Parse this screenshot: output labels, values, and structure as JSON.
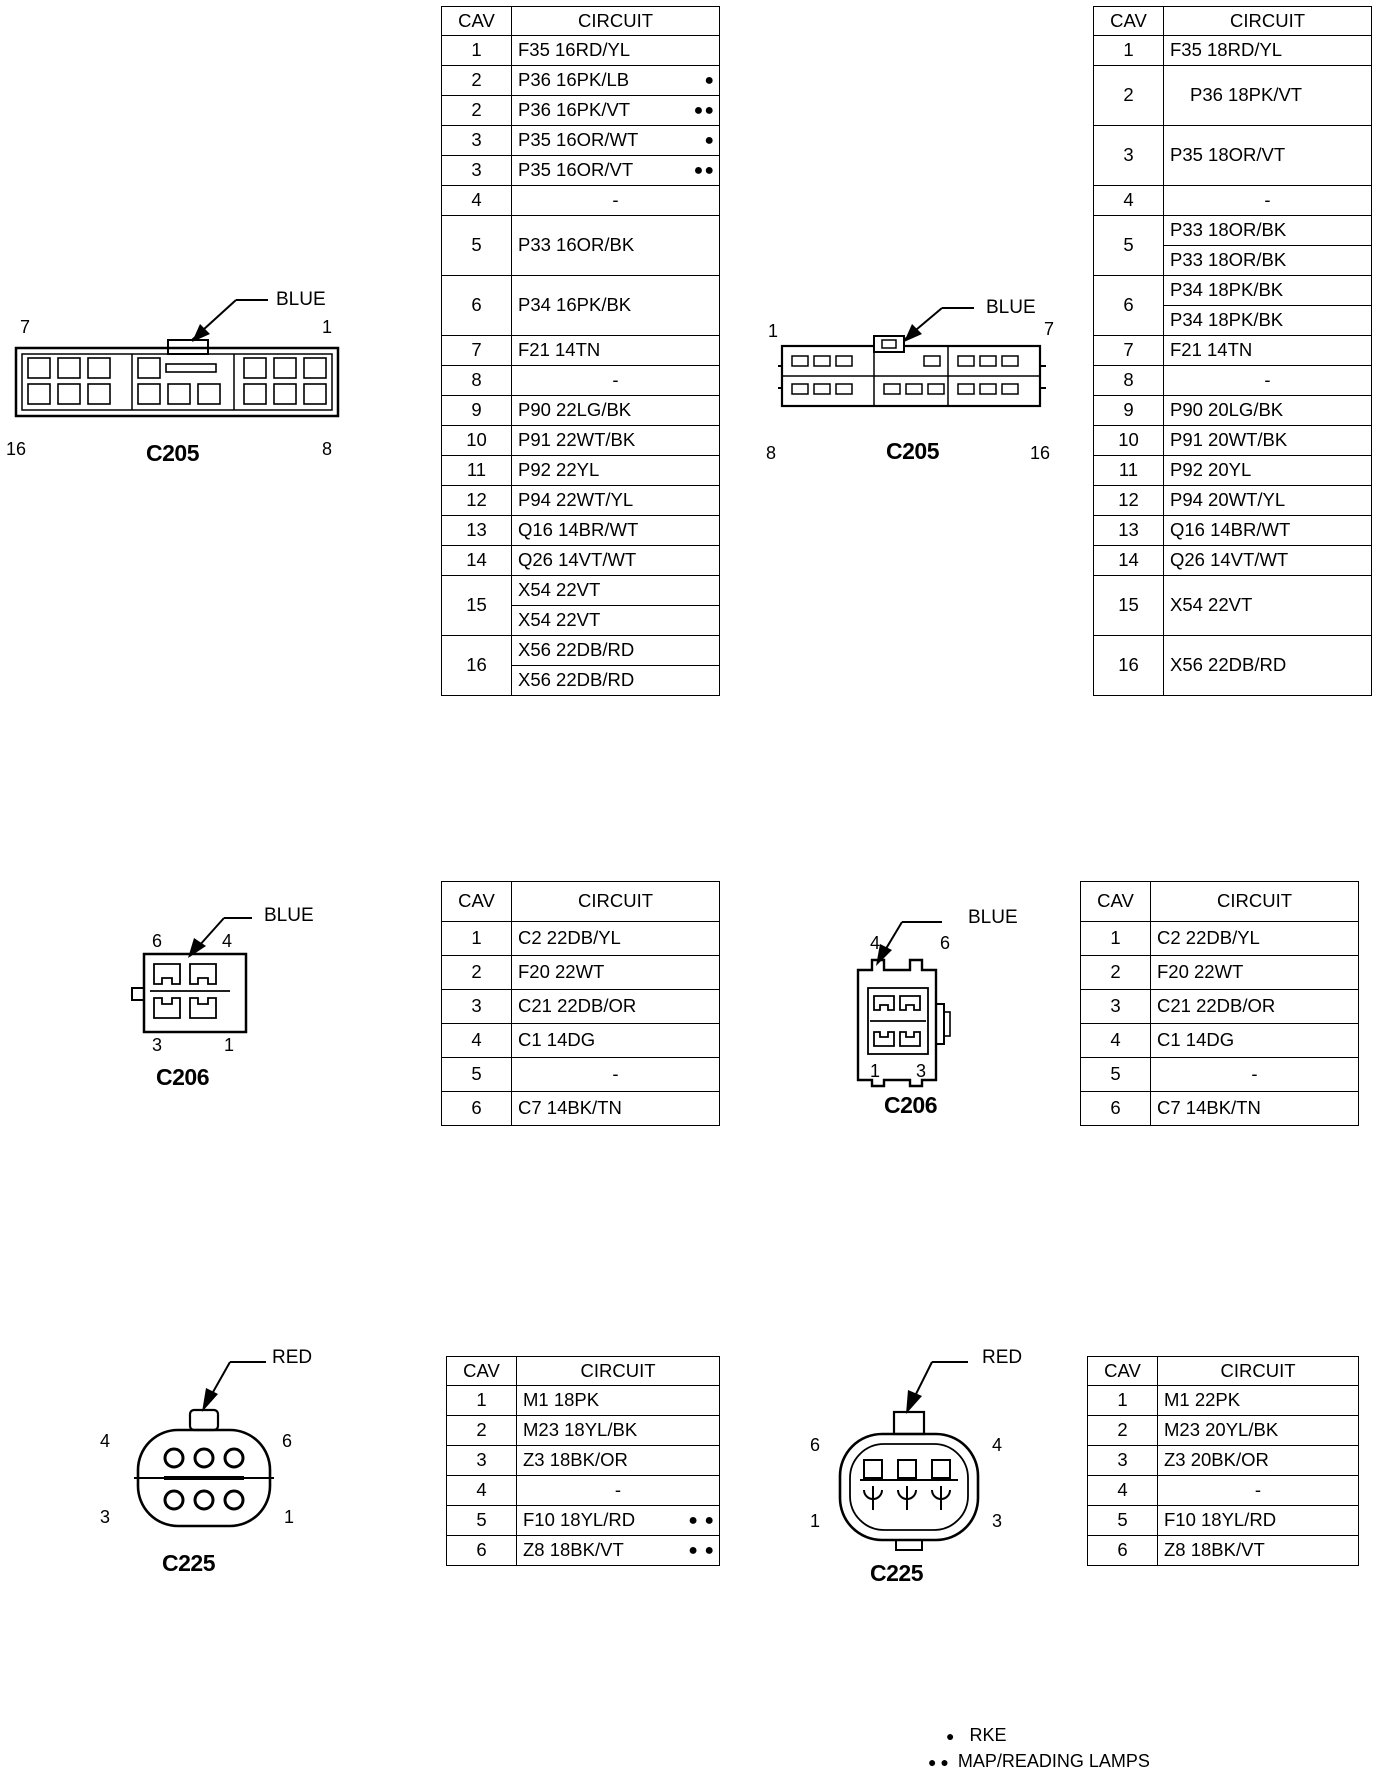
{
  "t1_left": {
    "rows": [
      {
        "cav": "1",
        "circuit": "F35  16RD/YL",
        "mark": ""
      },
      {
        "cav": "2",
        "circuit": "P36  16PK/LB",
        "mark": "●"
      },
      {
        "cav": "2",
        "circuit": "P36  16PK/VT",
        "mark": "●●"
      },
      {
        "cav": "3",
        "circuit": "P35  16OR/WT",
        "mark": "●"
      },
      {
        "cav": "3",
        "circuit": "P35  16OR/VT",
        "mark": "●●"
      },
      {
        "cav": "4",
        "circuit": "-",
        "mark": ""
      },
      {
        "cav": "5",
        "circuit": "P33  16OR/BK",
        "mark": ""
      },
      {
        "cav": "6",
        "circuit": "P34  16PK/BK",
        "mark": ""
      },
      {
        "cav": "7",
        "circuit": "F21  14TN",
        "mark": ""
      },
      {
        "cav": "8",
        "circuit": "-",
        "mark": ""
      },
      {
        "cav": "9",
        "circuit": "P90  22LG/BK",
        "mark": ""
      },
      {
        "cav": "10",
        "circuit": "P91  22WT/BK",
        "mark": ""
      },
      {
        "cav": "11",
        "circuit": "P92  22YL",
        "mark": ""
      },
      {
        "cav": "12",
        "circuit": "P94  22WT/YL",
        "mark": ""
      },
      {
        "cav": "13",
        "circuit": "Q16  14BR/WT",
        "mark": ""
      },
      {
        "cav": "14",
        "circuit": "Q26  14VT/WT",
        "mark": ""
      },
      {
        "cav": "15",
        "circuit": "X54  22VT",
        "circuit2": "X54  22VT",
        "mark": ""
      },
      {
        "cav": "16",
        "circuit": "X56  22DB/RD",
        "circuit2": "X56  22DB/RD",
        "mark": ""
      }
    ]
  },
  "t1_right": {
    "rows": [
      {
        "cav": "1",
        "circuit": "F35  18RD/YL"
      },
      {
        "cav": "2",
        "circuit": "P36  18PK/VT"
      },
      {
        "cav": "3",
        "circuit": "P35  18OR/VT"
      },
      {
        "cav": "4",
        "circuit": "-"
      },
      {
        "cav": "5",
        "circuit": "P33  18OR/BK",
        "circuit2": "P33  18OR/BK"
      },
      {
        "cav": "6",
        "circuit": "P34  18PK/BK",
        "circuit2": "P34  18PK/BK"
      },
      {
        "cav": "7",
        "circuit": "F21 14TN"
      },
      {
        "cav": "8",
        "circuit": "-"
      },
      {
        "cav": "9",
        "circuit": "P90  20LG/BK"
      },
      {
        "cav": "10",
        "circuit": "P91  20WT/BK"
      },
      {
        "cav": "11",
        "circuit": "P92  20YL"
      },
      {
        "cav": "12",
        "circuit": "P94  20WT/YL"
      },
      {
        "cav": "13",
        "circuit": "Q16 14BR/WT"
      },
      {
        "cav": "14",
        "circuit": "Q26 14VT/WT"
      },
      {
        "cav": "15",
        "circuit": "X54  22VT"
      },
      {
        "cav": "16",
        "circuit": "X56  22DB/RD"
      }
    ]
  },
  "t2_left": {
    "rows": [
      {
        "cav": "1",
        "circuit": "C2  22DB/YL"
      },
      {
        "cav": "2",
        "circuit": "F20  22WT"
      },
      {
        "cav": "3",
        "circuit": "C21  22DB/OR"
      },
      {
        "cav": "4",
        "circuit": "C1  14DG"
      },
      {
        "cav": "5",
        "circuit": "-"
      },
      {
        "cav": "6",
        "circuit": "C7  14BK/TN"
      }
    ]
  },
  "t2_right": {
    "rows": [
      {
        "cav": "1",
        "circuit": "C2  22DB/YL"
      },
      {
        "cav": "2",
        "circuit": "F20  22WT"
      },
      {
        "cav": "3",
        "circuit": "C21  22DB/OR"
      },
      {
        "cav": "4",
        "circuit": "C1  14DG"
      },
      {
        "cav": "5",
        "circuit": "-"
      },
      {
        "cav": "6",
        "circuit": "C7  14BK/TN"
      }
    ]
  },
  "t3_left": {
    "rows": [
      {
        "cav": "1",
        "circuit": "M1  18PK",
        "mark": ""
      },
      {
        "cav": "2",
        "circuit": "M23 18YL/BK",
        "mark": ""
      },
      {
        "cav": "3",
        "circuit": "Z3  18BK/OR",
        "mark": ""
      },
      {
        "cav": "4",
        "circuit": "-",
        "mark": ""
      },
      {
        "cav": "5",
        "circuit": "F10  18YL/RD",
        "mark": "● ●"
      },
      {
        "cav": "6",
        "circuit": "Z8  18BK/VT",
        "mark": "● ●"
      }
    ]
  },
  "t3_right": {
    "rows": [
      {
        "cav": "1",
        "circuit": "M1  22PK"
      },
      {
        "cav": "2",
        "circuit": "M23 20YL/BK"
      },
      {
        "cav": "3",
        "circuit": "Z3 20BK/OR"
      },
      {
        "cav": "4",
        "circuit": "-"
      },
      {
        "cav": "5",
        "circuit": "F10  18YL/RD"
      },
      {
        "cav": "6",
        "circuit": "Z8  18BK/VT"
      }
    ]
  },
  "headers": {
    "cav": "CAV",
    "circuit": "CIRCUIT"
  },
  "connectors": {
    "c205_left": {
      "name": "C205",
      "color": "BLUE",
      "pins": [
        "7",
        "1",
        "16",
        "8"
      ]
    },
    "c205_right": {
      "name": "C205",
      "color": "BLUE",
      "pins": [
        "1",
        "7",
        "8",
        "16"
      ]
    },
    "c206_left": {
      "name": "C206",
      "color": "BLUE",
      "pins": [
        "6",
        "4",
        "3",
        "1"
      ]
    },
    "c206_right": {
      "name": "C206",
      "color": "BLUE",
      "pins": [
        "4",
        "6",
        "1",
        "3"
      ]
    },
    "c225_left": {
      "name": "C225",
      "color": "RED",
      "pins": [
        "4",
        "6",
        "3",
        "1"
      ]
    },
    "c225_right": {
      "name": "C225",
      "color": "RED",
      "pins": [
        "6",
        "4",
        "1",
        "3"
      ]
    }
  },
  "legend": {
    "one_dot": "●",
    "one_dot_label": "RKE",
    "two_dot": "● ●",
    "two_dot_label": "MAP/READING LAMPS"
  }
}
